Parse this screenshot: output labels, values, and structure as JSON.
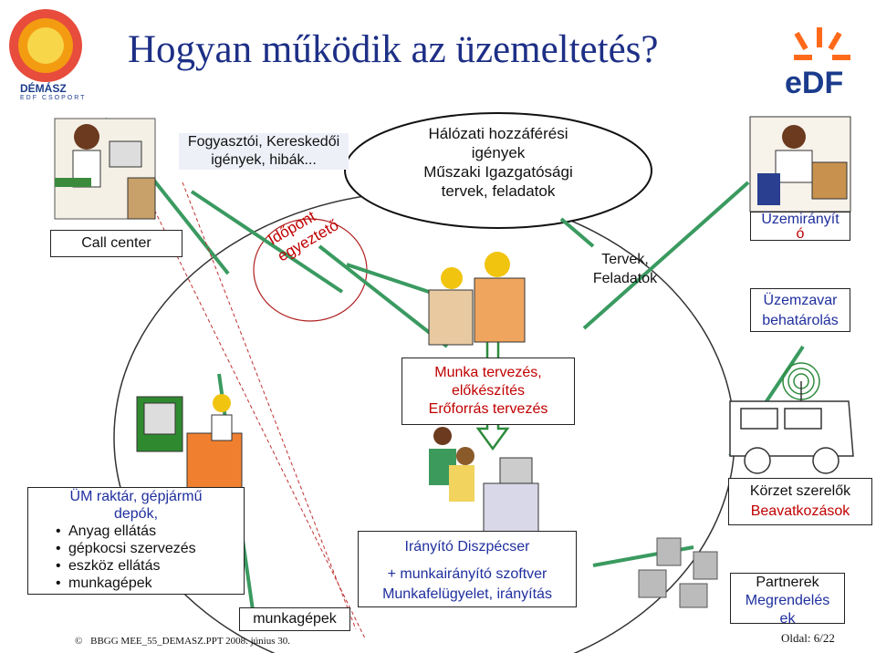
{
  "slide": {
    "title": "Hogyan működik az üzemeltetés?",
    "footer_left": "BBGG  MEE_55_DEMASZ.PPT   2008. június 30.",
    "footer_copyright": "©",
    "page": "Oldal: 6/22"
  },
  "logos": {
    "demasz_name": "DÉMÁSZ",
    "demasz_sub": "EDF CSOPORT",
    "edf": "eDF"
  },
  "labels": {
    "call_center": "Call center",
    "consumer_requests": "Fogyasztói, Kereskedői igények, hibák...",
    "appointment_line1": "Időpont",
    "appointment_line2": "egyeztető",
    "network_line1": "Hálózati hozzáférési",
    "network_line2": "igények",
    "network_line3": "Műszaki Igazgatósági",
    "network_line4": "tervek, feladatok",
    "plans_line1": "Tervek,",
    "plans_line2": "Feladatok",
    "operator_line1": "Üzemirányít",
    "operator_line2": "ó",
    "outage_line1": "Üzemzavar",
    "outage_line2": "behatárolás",
    "work_line1": "Munka tervezés,",
    "work_line2": "előkészítés",
    "work_line3": "Erőforrás tervezés",
    "um_line1": "ÜM raktár, gépjármű",
    "um_line2": "depók,",
    "um_items": [
      "Anyag ellátás",
      "gépkocsi szervezés",
      "eszköz ellátás",
      "munkagépek"
    ],
    "machines": "munkagépek",
    "dispatcher_line1": "Irányító Diszpécser",
    "dispatcher_line2": "+ munkairányító szoftver",
    "dispatcher_line3": "Munkafelügyelet, irányítás",
    "district_line1": "Körzet szerelők",
    "district_line2": "Beavatkozások",
    "partners_line1": "Partnerek",
    "partners_line2": "Megrendelés",
    "partners_line3": "ek"
  },
  "colors": {
    "title": "#1d2f86",
    "red_text": "#c00000",
    "blue_text": "#1f2f9e",
    "arrow_green": "#4caa7c",
    "arrow_outline": "#2e8b3c",
    "edf_orange": "#ff6a1a",
    "edf_blue": "#1b3c8c"
  }
}
